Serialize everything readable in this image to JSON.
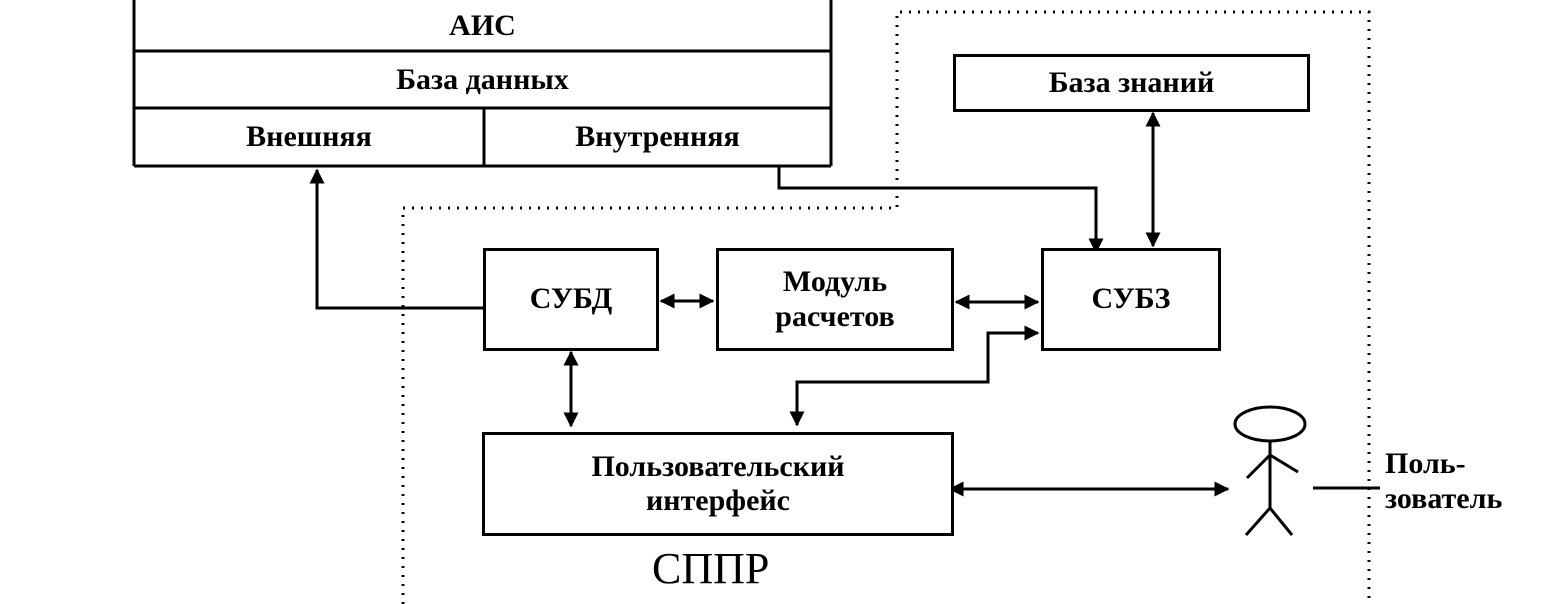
{
  "ais": {
    "title": "АИС",
    "db_label": "База данных",
    "external": "Внешняя",
    "internal": "Внутренняя"
  },
  "knowledge_base": "База знаний",
  "subd": "СУБД",
  "calc_module": "Модуль\nрасчетов",
  "subz": "СУБЗ",
  "ui": "Пользовательский\nинтерфейс",
  "dss_label": "СППР",
  "user_label": "Поль-\nзователь",
  "user_icon": "person-icon"
}
